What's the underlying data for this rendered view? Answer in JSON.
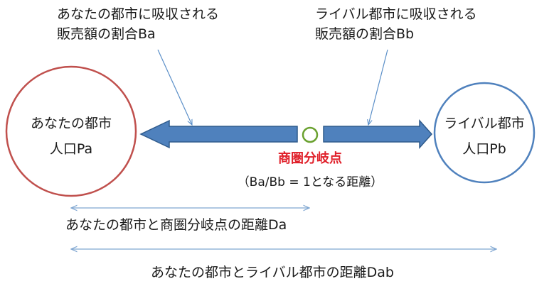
{
  "labels": {
    "share_a_line1": "あなたの都市に吸収される",
    "share_a_line2": "販売額の割合Ba",
    "share_b_line1": "ライバル都市に吸収される",
    "share_b_line2": "販売額の割合Bb",
    "city_a_name": "あなたの都市",
    "city_a_pop": "人口Pa",
    "city_b_name": "ライバル都市",
    "city_b_pop": "人口Pb",
    "breakpoint_title": "商圏分岐点",
    "breakpoint_note": "（Ba/Bb = 1となる距離）",
    "distance_da": "あなたの都市と商圏分岐点の距離Da",
    "distance_dab": "あなたの都市とライバル都市の距離Dab"
  },
  "colors": {
    "city_a_stroke": "#c0504d",
    "city_b_stroke": "#4f81bd",
    "arrow_fill": "#4f81bd",
    "arrow_stroke": "#2f5b8c",
    "breakpoint_stroke": "#6aa12f",
    "breakpoint_text": "#e0202a",
    "leader_line": "#5b8fc8",
    "dimension_line": "#7fa6d1"
  }
}
